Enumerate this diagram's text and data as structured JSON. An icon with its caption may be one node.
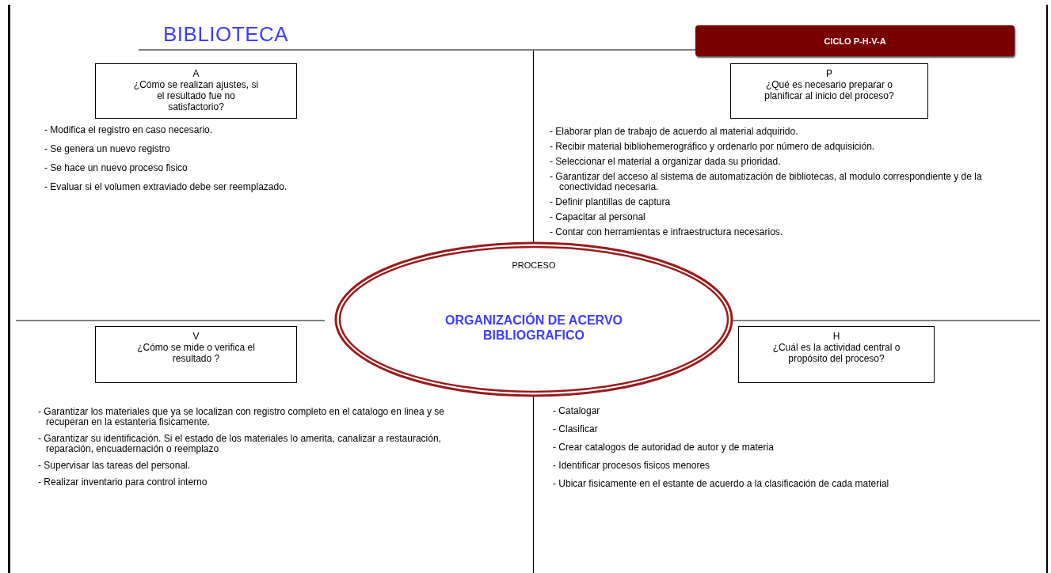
{
  "diagram": {
    "title": "BIBLIOTECA",
    "nodes": [
      {
        "text": [
          "CICLO P-H-V-A"
        ]
      },
      {
        "text": [
          "A",
          "¿Cómo se realizan ajustes, si el resultado fue no satisfactorio?"
        ],
        "beside": [
          "- Modifica el registro en caso necesario.",
          "- Se genera un nuevo registro",
          "- Se hace un nuevo proceso fisico",
          "- Evaluar si el volumen extraviado debe ser reemplazado."
        ]
      },
      {
        "text": [
          "P",
          "¿Qué es necesario preparar o planificar al inicio del proceso?"
        ],
        "beside": [
          "- Elaborar plan de trabajo de acuerdo al material adquirido.",
          "- Recibir material bibliohemerográfico y ordenarlo por número de adquisición.",
          "- Seleccionar el material a organizar dada su prioridad.",
          "- Garantizar del acceso al sistema de automatización de bibliotecas, al modulo correspondiente y de la conectividad necesaria.",
          "- Definir plantillas de captura",
          "- Capacitar al personal",
          "- Contar con herramientas e infraestructura necesarios."
        ]
      },
      {
        "text": [
          "PROCESO",
          "ORGANIZACIÓN DE ACERVO BIBLIOGRAFICO"
        ]
      },
      {
        "text": [
          "V",
          "¿Cómo se mide o verifica el resultado ?"
        ],
        "beside": [
          "- Garantizar los materiales que ya se localizan con registro completo en el catalogo en linea y se recuperan en la estanteria fisicamente.",
          "- Garantizar su identificación. Si el estado de los materiales lo amerita, canalizar a restauración, reparación, encuadernación o reemplazo",
          "- Supervisar las tareas del personal.",
          "- Realizar inventario para control interno"
        ]
      },
      {
        "text": [
          "H",
          "¿Cuál es la actividad central o propósito del proceso?"
        ],
        "beside": [
          "- Catalogar",
          "- Clasificar",
          "- Crear catalogos de autoridad de autor y de materia",
          "- Identificar procesos fisicos menores",
          "- Ubicar fisicamente en el estante de acuerdo a la clasificación de cada material"
        ]
      }
    ]
  }
}
